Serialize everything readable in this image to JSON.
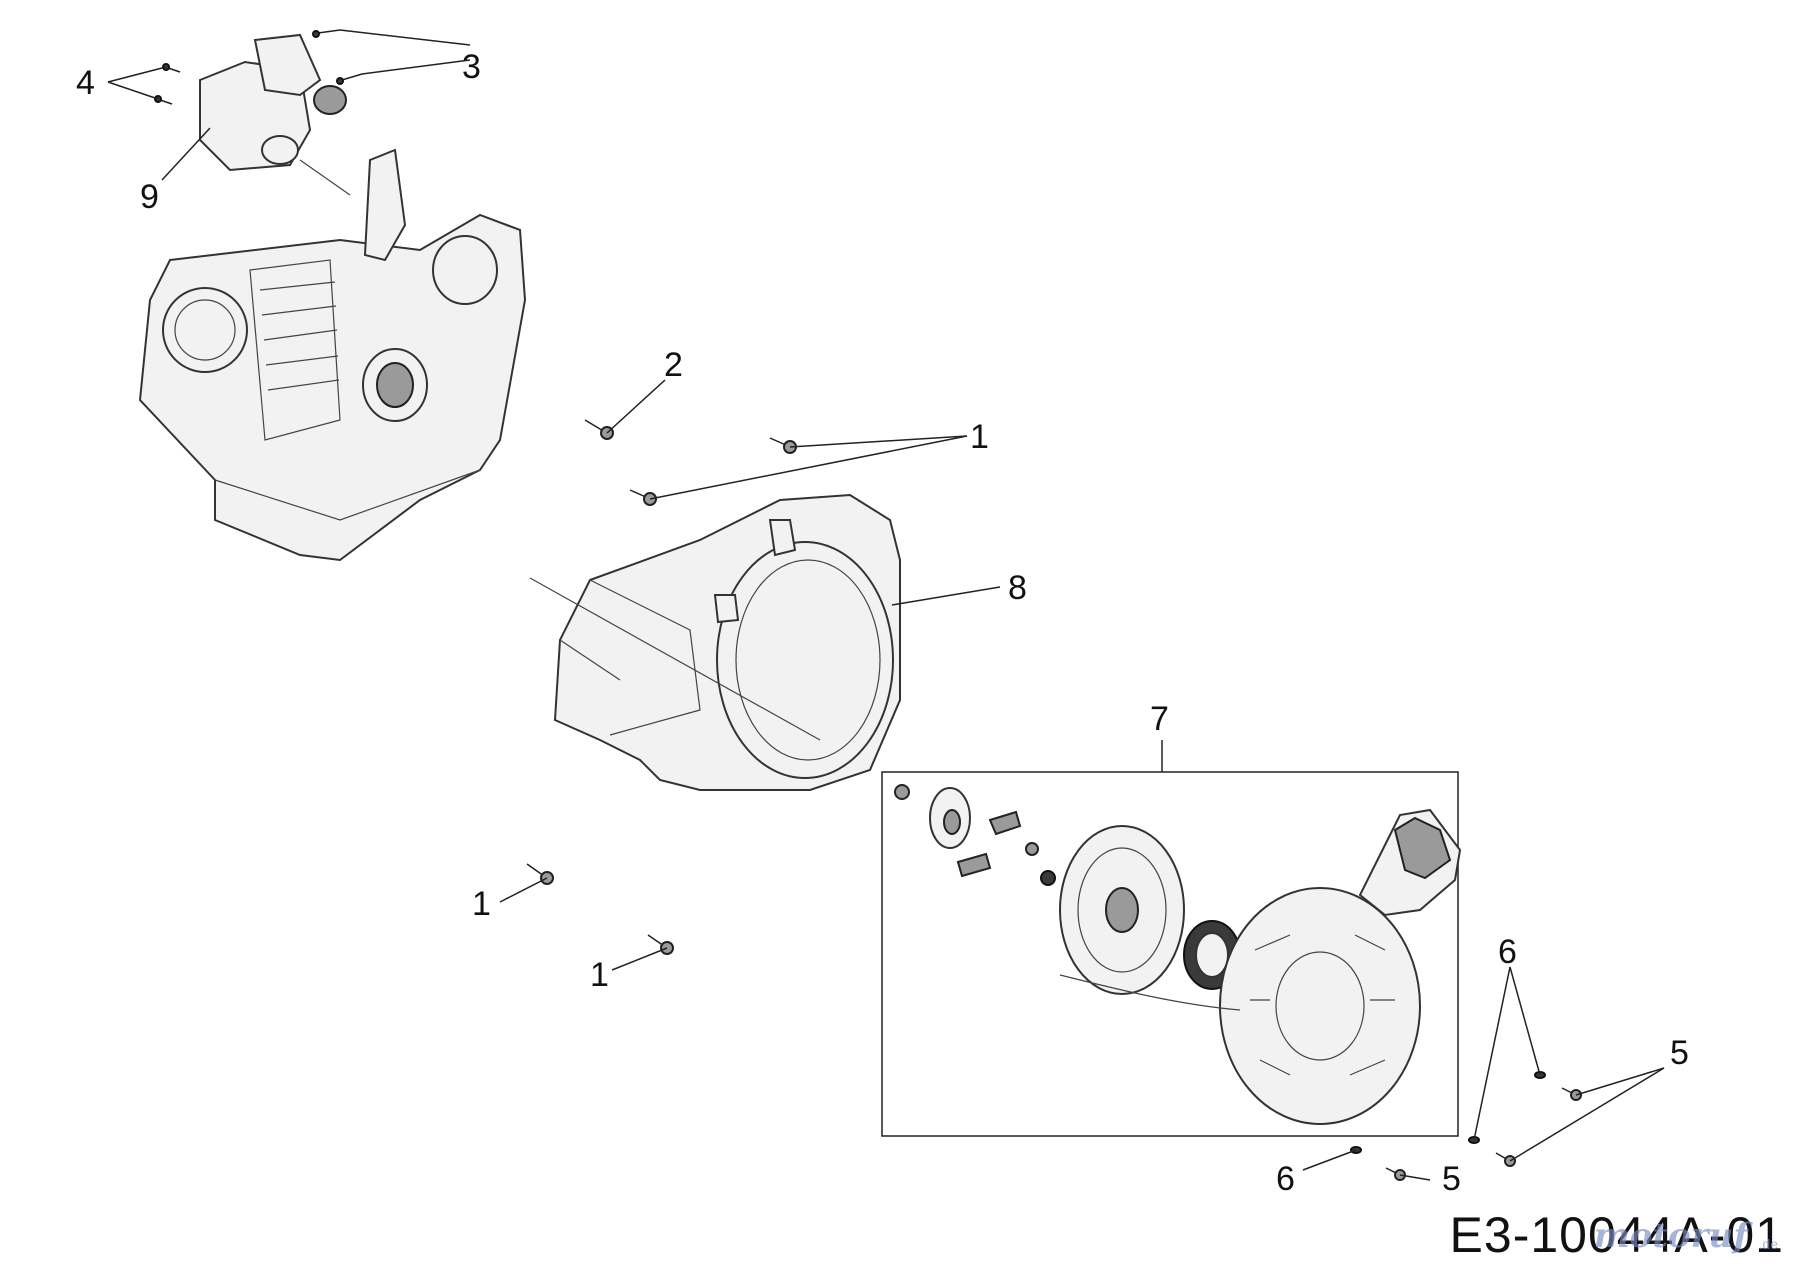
{
  "diagram": {
    "labels": {
      "l1a": "1",
      "l1b": "1",
      "l1c": "1",
      "l2": "2",
      "l3": "3",
      "l4": "4",
      "l5a": "5",
      "l5b": "5",
      "l6a": "6",
      "l6b": "6",
      "l7": "7",
      "l8": "8",
      "l9": "9"
    },
    "drawing_code": "E3-10044A-01",
    "watermark": "motoruf",
    "watermark_suffix": ".de"
  }
}
